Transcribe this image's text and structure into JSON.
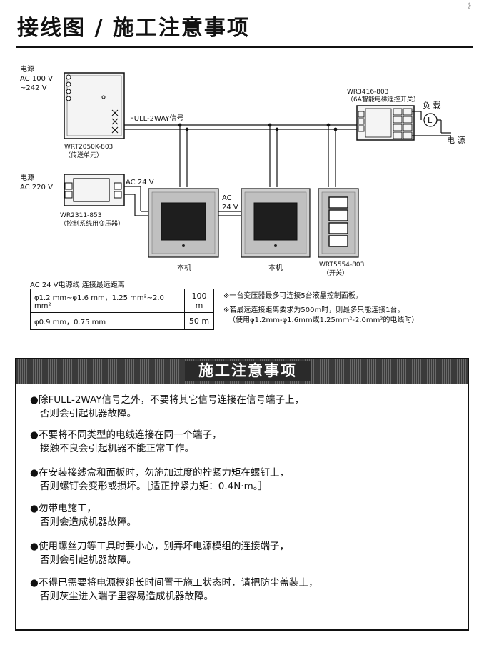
{
  "page": {
    "title": "接线图 / 施工注意事项",
    "corner_mark": "》"
  },
  "diagram": {
    "power_label_1": "电源",
    "power_ac1": "AC  100 V",
    "power_ac2": "~242 V",
    "transmitter_model": "WRT2050K-803",
    "transmitter_desc": "（传送单元）",
    "signal_label": "FULL-2WAY信号",
    "power_label_2": "电源",
    "power_ac220": "AC 220 V",
    "ac24_top": "AC  24 V",
    "transformer_model": "WR2311-853",
    "transformer_desc": "（控制系统用变压器）",
    "ac_label": "AC",
    "v24_label": "24 V",
    "relay_model": "WR3416-803",
    "relay_desc": "（6A智能电磁遥控开关）",
    "load_label": "负 载",
    "load_symbol": "L",
    "mains_label": "电 源",
    "unit1_label": "本机",
    "unit2_label": "本机",
    "switch_model": "WRT5554-803",
    "switch_desc": "（开关）"
  },
  "distance_table": {
    "caption": "AC 24 V电源线  连接最远距离",
    "rows": [
      {
        "wire": "φ1.2 mm~φ1.6 mm，1.25 mm²~2.0 mm²",
        "distance": "100 m"
      },
      {
        "wire": "φ0.9 mm，0.75 mm",
        "distance": "50 m"
      }
    ]
  },
  "notes": {
    "note1": "※一台变压器最多可连接5台液晶控制面板。",
    "note2": "※若最远连接距离要求为500m时，则最多只能连接1台。",
    "note3": "（使用φ1.2mm-φ1.6mm或1.25mm²-2.0mm²的电线时）"
  },
  "cautions": {
    "title": "施工注意事项",
    "items": [
      {
        "l1": "除FULL-2WAY信号之外，不要将其它信号连接在信号端子上，",
        "l2": "否则会引起机器故障。"
      },
      {
        "l1": "不要将不同类型的电线连接在同一个端子，",
        "l2": "接触不良会引起机器不能正常工作。"
      },
      {
        "l1": "在安装接线盒和面板时，勿施加过度的拧紧力矩在螺钉上，",
        "l2": "否则螺钉会变形或损坏。［适正拧紧力矩：0.4N·m。］"
      },
      {
        "l1": "勿带电施工，",
        "l2": "否则会造成机器故障。"
      },
      {
        "l1": "使用螺丝刀等工具时要小心，别弄坏电源模组的连接端子，",
        "l2": "否则会引起机器故障。"
      },
      {
        "l1": "不得已需要将电源模组长时间置于施工状态时，请把防尘盖装上，",
        "l2": "否则灰尘进入端子里容易造成机器故障。"
      }
    ]
  },
  "colors": {
    "ink": "#111111",
    "header_band": "#3a3a3a",
    "panel_face": "#c8c8c8",
    "screen": "#1e1e1e"
  }
}
